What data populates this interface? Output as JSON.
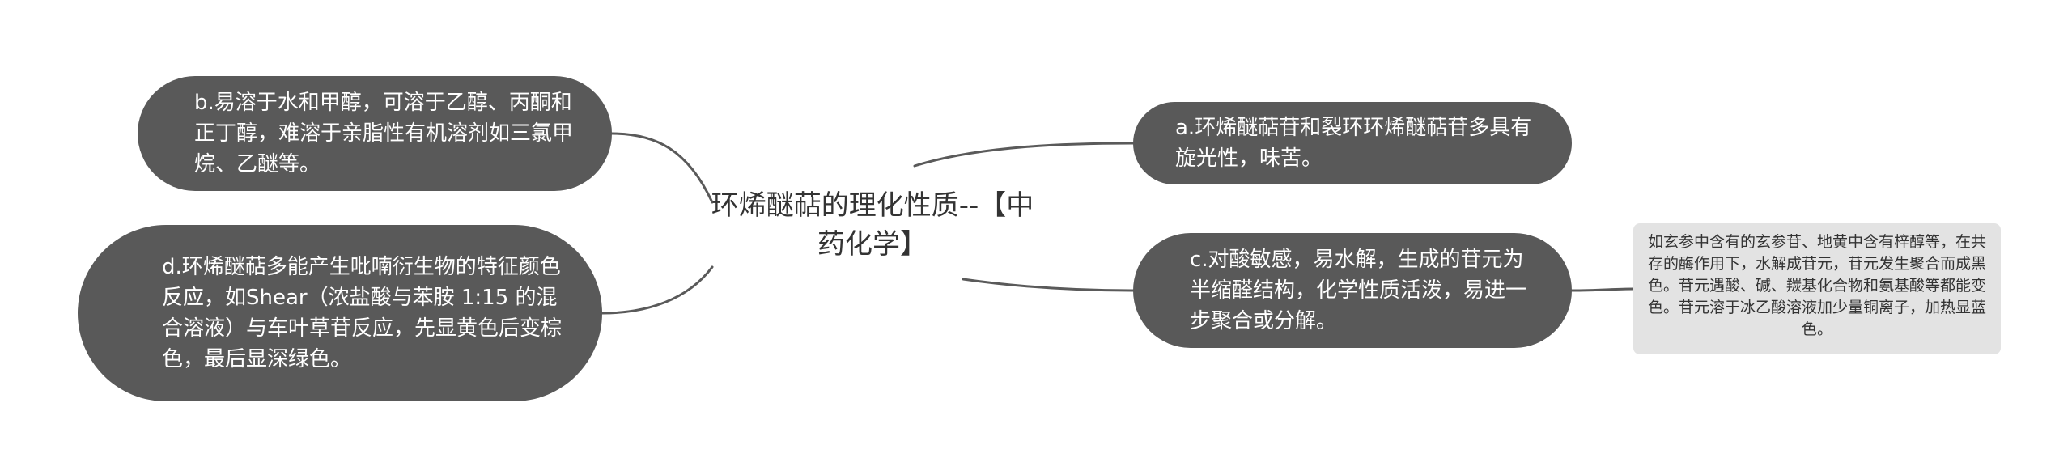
{
  "root": {
    "title": "环烯醚萜的理化性质--【中药化学】"
  },
  "left_branches": [
    {
      "text": "b.易溶于水和甲醇，可溶于乙醇、丙酮和正丁醇，难溶于亲脂性有机溶剂如三氯甲烷、乙醚等。"
    },
    {
      "text": "d.环烯醚萜多能产生吡喃衍生物的特征颜色反应，如Shear（浓盐酸与苯胺 1:15 的混合溶液）与车叶草苷反应，先显黄色后变棕色，最后显深绿色。"
    }
  ],
  "right_branches": [
    {
      "text": "a.环烯醚萜苷和裂环环烯醚萜苷多具有旋光性，味苦。"
    },
    {
      "text": "c.对酸敏感，易水解，生成的苷元为半缩醛结构，化学性质活泼，易进一步聚合或分解。",
      "note": "如玄参中含有的玄参苷、地黄中含有梓醇等，在共存的酶作用下，水解成苷元，苷元发生聚合而成黑色。苷元遇酸、碱、羰基化合物和氨基酸等都能变色。苷元溶于冰乙酸溶液加少量铜离子，加热显蓝色。"
    }
  ],
  "colors": {
    "node_fill": "#595959",
    "node_text": "#ffffff",
    "root_text": "#333333",
    "connector": "#5a5a5a",
    "note_fill": "#e3e3e3",
    "note_text": "#333333"
  }
}
